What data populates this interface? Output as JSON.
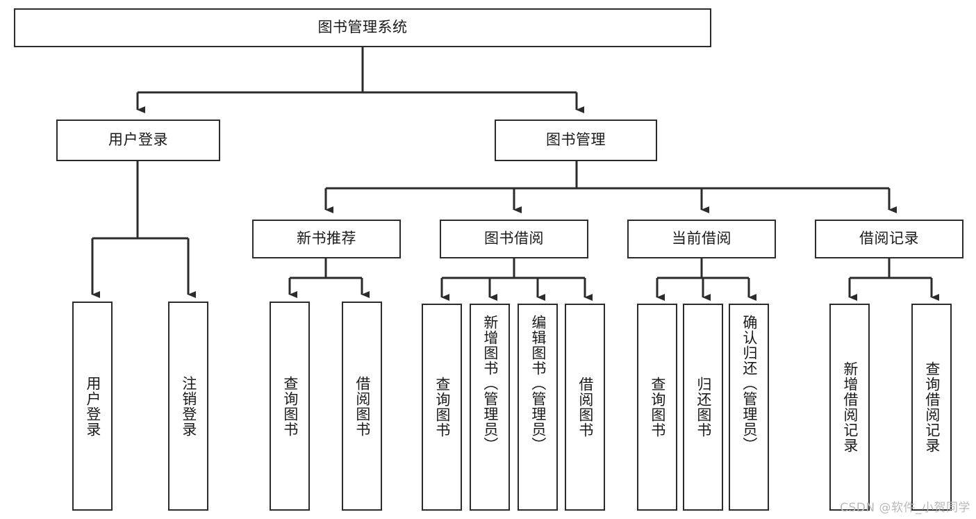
{
  "diagram": {
    "title": "图书管理系统",
    "type": "hierarchy-tree",
    "watermark": "CSDN @软件_小贺同学",
    "root": {
      "label": "图书管理系统"
    },
    "level2": [
      {
        "label": "用户登录"
      },
      {
        "label": "图书管理"
      }
    ],
    "level3": [
      {
        "label": "新书推荐"
      },
      {
        "label": "图书借阅"
      },
      {
        "label": "当前借阅"
      },
      {
        "label": "借阅记录"
      }
    ],
    "leaves": {
      "user_login": [
        {
          "label": "用户登录"
        },
        {
          "label": "注销登录"
        }
      ],
      "new_book": [
        {
          "label": "查询图书"
        },
        {
          "label": "借阅图书"
        }
      ],
      "borrow": [
        {
          "label": "查询图书"
        },
        {
          "label": "新增图书（管理员）"
        },
        {
          "label": "编辑图书（管理员）"
        },
        {
          "label": "借阅图书"
        }
      ],
      "current": [
        {
          "label": "查询图书"
        },
        {
          "label": "归还图书"
        },
        {
          "label": "确认归还（管理员）"
        }
      ],
      "records": [
        {
          "label": "新增借阅记录"
        },
        {
          "label": "查询借阅记录"
        }
      ]
    },
    "colors": {
      "stroke": "#2b2b2b",
      "fill": "#ffffff",
      "text": "#1a1a1a",
      "watermark": "#b9b9b9"
    }
  }
}
